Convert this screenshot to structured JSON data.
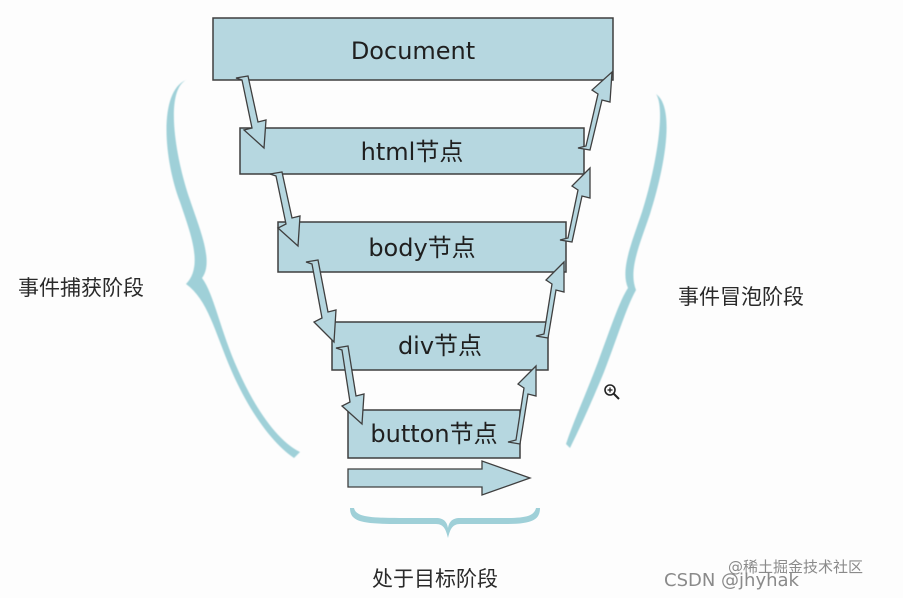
{
  "diagram": {
    "nodes": [
      {
        "label": "Document"
      },
      {
        "label": "html节点"
      },
      {
        "label": "body节点"
      },
      {
        "label": "div节点"
      },
      {
        "label": "button节点"
      }
    ],
    "phases": {
      "capture": "事件捕获阶段",
      "bubble": "事件冒泡阶段",
      "target": "处于目标阶段"
    },
    "watermark": {
      "left": "CSDN @jhyhak",
      "right": "@稀土掘金技术社区"
    },
    "colors": {
      "box_fill": "#b6d7e0",
      "box_stroke": "#3f3f3f",
      "arrow_fill": "#b6d7e0",
      "brace": "#9fd0d8"
    },
    "icons": {
      "zoom": "zoom-in-icon"
    }
  }
}
